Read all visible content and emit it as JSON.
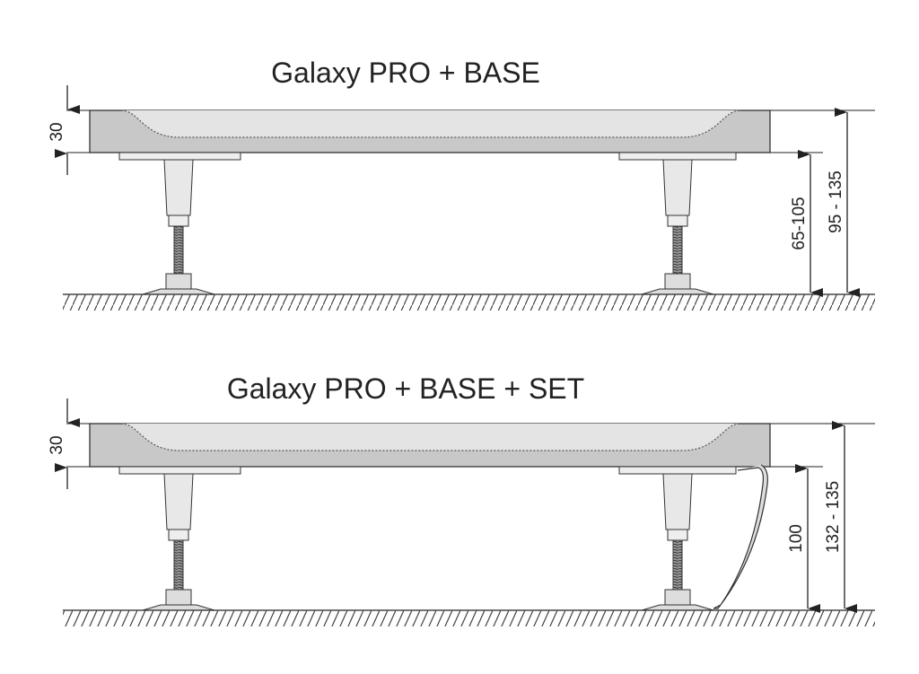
{
  "diagrams": [
    {
      "title": "Galaxy PRO + BASE",
      "tray_thickness": "30",
      "inner_dimension": "65-105",
      "outer_dimension": "95 - 135",
      "has_panel": false
    },
    {
      "title": "Galaxy PRO + BASE + SET",
      "tray_thickness": "30",
      "inner_dimension": "100",
      "outer_dimension": "132 - 135",
      "has_panel": true
    }
  ],
  "colors": {
    "tray": "#c8c8c8",
    "recess": "#e4e4e4",
    "line": "#333333"
  }
}
